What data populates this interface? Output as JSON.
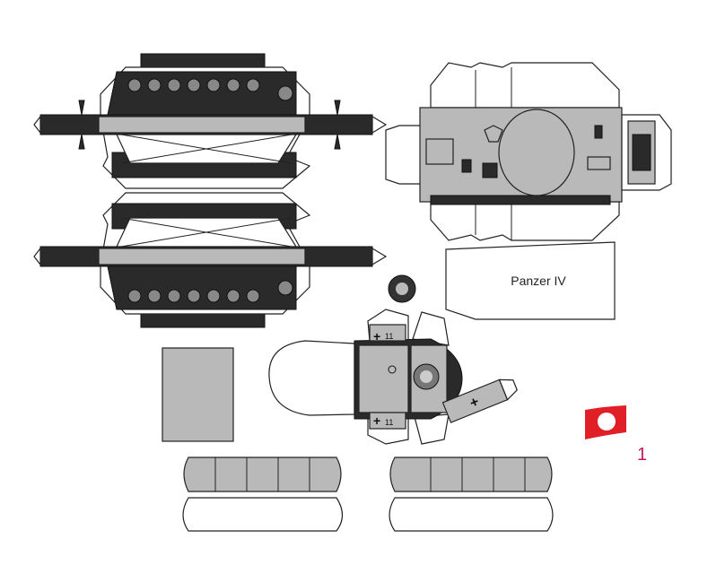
{
  "hull_label": "Panzer IV",
  "turret_hatch_labels": [
    "11",
    "11"
  ],
  "page_number": "1",
  "colors": {
    "flag_red": "#e01f26",
    "paper_gray": "#b9b9b9",
    "ink": "#222222",
    "page_number": "#c2185b"
  },
  "icons": [
    "flag-icon",
    "balkenkreuz-icon"
  ]
}
